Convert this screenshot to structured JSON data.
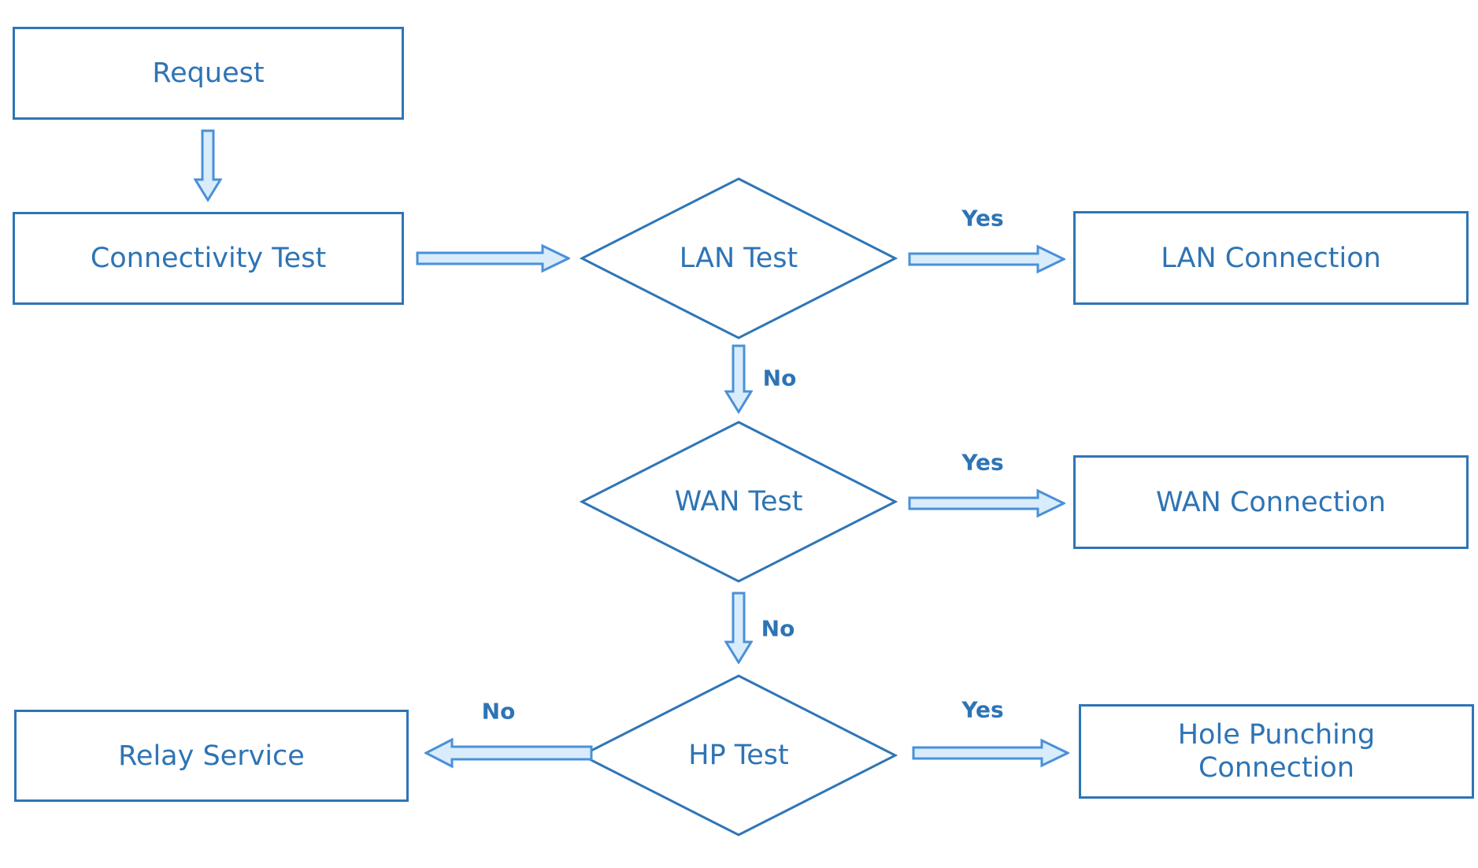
{
  "palette": {
    "shape_border": "#2E75B6",
    "node_text": "#2E74B5",
    "arrow_fill": "#D9ECFB",
    "arrow_stroke": "#4A90D9",
    "page_bg": "#FFFFFF"
  },
  "nodes": {
    "request": {
      "label": "Request",
      "shape": "rectangle"
    },
    "connectivity_test": {
      "label": "Connectivity Test",
      "shape": "rectangle"
    },
    "lan_test": {
      "label": "LAN Test",
      "shape": "diamond"
    },
    "lan_connection": {
      "label": "LAN Connection",
      "shape": "rectangle"
    },
    "wan_test": {
      "label": "WAN Test",
      "shape": "diamond"
    },
    "wan_connection": {
      "label": "WAN Connection",
      "shape": "rectangle"
    },
    "hp_test": {
      "label": "HP Test",
      "shape": "diamond"
    },
    "hole_punching_connection": {
      "label": "Hole Punching Connection",
      "shape": "rectangle"
    },
    "relay_service": {
      "label": "Relay Service",
      "shape": "rectangle"
    }
  },
  "edges": {
    "lan_test_yes": {
      "label": "Yes"
    },
    "lan_test_no": {
      "label": "No"
    },
    "wan_test_yes": {
      "label": "Yes"
    },
    "wan_test_no": {
      "label": "No"
    },
    "hp_test_yes": {
      "label": "Yes"
    },
    "hp_test_no": {
      "label": "No"
    }
  }
}
